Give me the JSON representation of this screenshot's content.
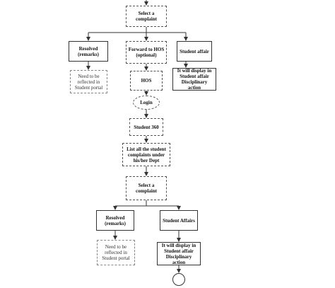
{
  "nodes": {
    "select_complaint_1": "Select a complaint",
    "resolved_1": "Resolved (remarks)",
    "forward_hos": "Forward to HOS (optional)",
    "student_affair_1": "Student affair",
    "reflected_1": "Need to be reflected in Student portal",
    "hos": "HOS",
    "display_1": "It will display in Student affair Disciplinary action",
    "login": "Login",
    "student_360": "Student 360",
    "list_complaints": "List all the student complaints under his/her Dept",
    "select_complaint_2": "Select a complaint",
    "resolved_2": "Resolved (remarks)",
    "student_affairs_2": "Student Affairs",
    "reflected_2": "Need to be reflected in Student portal",
    "display_2": "It will display in Student affair Disciplinary action"
  }
}
